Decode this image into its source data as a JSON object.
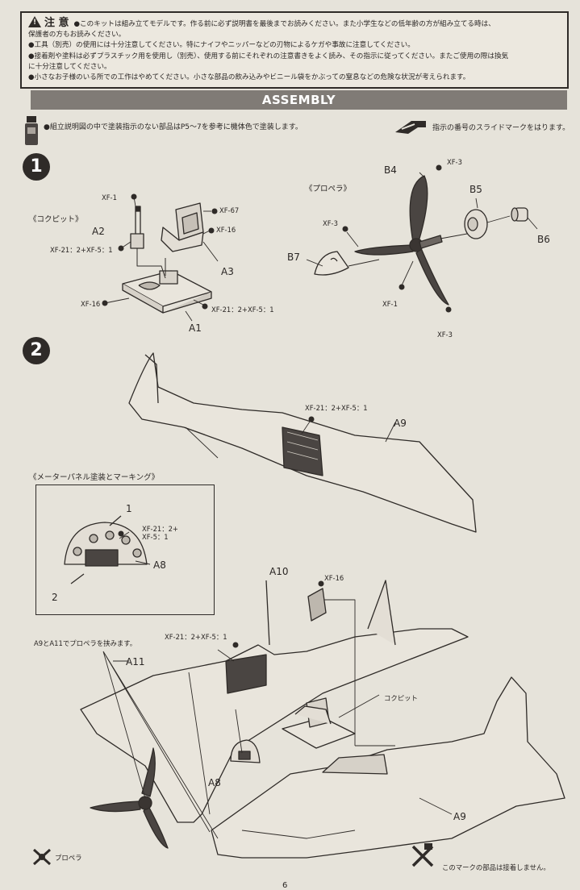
{
  "notice": {
    "title": "注 意",
    "line1": "●このキットは組み立てモデルです。作る前に必ず説明書を最後までお読みください。また小学生などの低年齢の方が組み立てる時は、",
    "line2": "保護者の方もお読みください。",
    "line3": "●工具（別売）の使用には十分注意してください。特にナイフやニッパーなどの刃物によるケガや事故に注意してください。",
    "line4": "●接着剤や塗料は必ずプラスチック用を使用し（別売）、使用する前にそれぞれの注意書きをよく読み、その指示に従ってください。またご使用の際は換気",
    "line5": "に十分注意してください。",
    "line6": "●小さなお子様のいる所での工作はやめてください。小さな部品の飲み込みやビニール袋をかぶっての窒息などの危険な状況が考えられます。"
  },
  "banner": "ASSEMBLY",
  "paint_note": "●組立説明図の中で塗装指示のない部品はP5〜7を参考に機体色で塗装します。",
  "slide_note": "指示の番号のスライドマークをはります。",
  "step1": {
    "number": "1",
    "cockpit_title": "《コクピット》",
    "propeller_title": "《プロペラ》",
    "labels": {
      "xf1": "XF-1",
      "a2": "A2",
      "xf21a": "XF-21：2+XF-5：1",
      "xf67": "XF-67",
      "xf16a": "XF-16",
      "a3": "A3",
      "xf16b": "XF-16",
      "xf21b": "XF-21：2+XF-5：1",
      "a1": "A1",
      "b4": "B4",
      "xf3a": "XF-3",
      "b5": "B5",
      "xf3b": "XF-3",
      "b6": "B6",
      "b7": "B7",
      "xf1b": "XF-1",
      "xf3c": "XF-3"
    }
  },
  "step2": {
    "number": "2",
    "panel_title": "《メーターパネル塗装とマーキング》",
    "labels": {
      "xf21c": "XF-21：2+XF-5：1",
      "a9a": "A9",
      "mark1": "1",
      "xf21d_1": "XF-21：2+",
      "xf21d_2": "XF-5：1",
      "a8a": "A8",
      "mark2": "2",
      "a10": "A10",
      "xf16c": "XF-16",
      "sandwich": "A9とA11でプロペラを挟みます。",
      "xf21e": "XF-21：2+XF-5：1",
      "a11": "A11",
      "cockpit": "コクピット",
      "a8b": "A8",
      "a9b": "A9",
      "propeller": "プロペラ",
      "no_glue": "このマークの部品は接着しません。"
    }
  },
  "page_number": "6",
  "colors": {
    "paper": "#e6e3da",
    "ink": "#2f2b28",
    "banner": "#807b76"
  }
}
